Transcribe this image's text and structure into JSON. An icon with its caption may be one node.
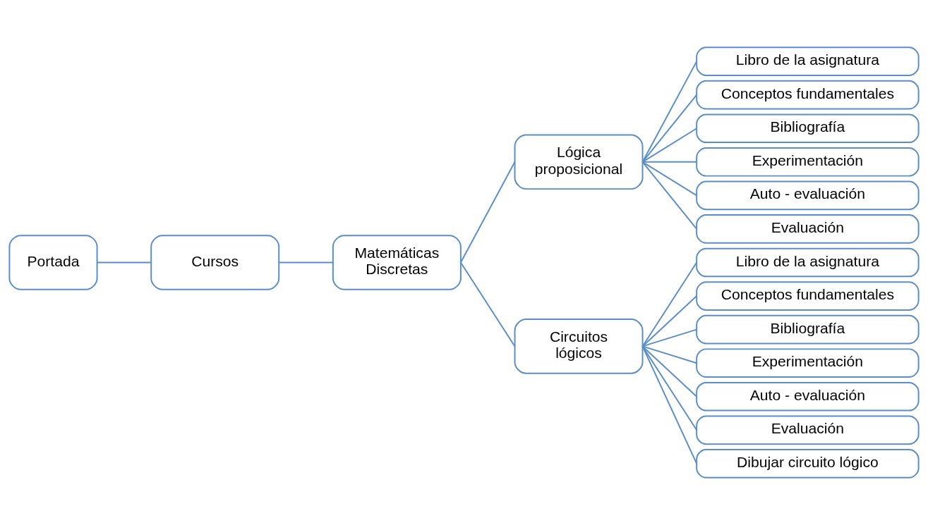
{
  "diagram": {
    "nodes": [
      {
        "text": [
          "Portada"
        ]
      },
      {
        "text": [
          "Cursos"
        ]
      },
      {
        "text": [
          "Matemáticas Discretas"
        ]
      },
      {
        "text": [
          "Lógica proposicional"
        ]
      },
      {
        "text": [
          "Libro de la asignatura"
        ]
      },
      {
        "text": [
          "Conceptos fundamentales"
        ]
      },
      {
        "text": [
          "Bibliografía"
        ]
      },
      {
        "text": [
          "Experimentación"
        ]
      },
      {
        "text": [
          "Auto - evaluación"
        ]
      },
      {
        "text": [
          "Evaluación"
        ]
      },
      {
        "text": [
          "Circuitos lógicos"
        ]
      },
      {
        "text": [
          "Libro de la asignatura"
        ]
      },
      {
        "text": [
          "Conceptos fundamentales"
        ]
      },
      {
        "text": [
          "Bibliografía"
        ]
      },
      {
        "text": [
          "Experimentación"
        ]
      },
      {
        "text": [
          "Auto - evaluación"
        ]
      },
      {
        "text": [
          "Evaluación"
        ]
      },
      {
        "text": [
          "Dibujar circuito lógico"
        ]
      }
    ],
    "edges": [
      {
        "from": 0,
        "to": 1,
        "arrow": "none"
      },
      {
        "from": 1,
        "to": 2,
        "arrow": "none"
      },
      {
        "from": 2,
        "to": 3,
        "arrow": "none"
      },
      {
        "from": 2,
        "to": 10,
        "arrow": "none"
      },
      {
        "from": 3,
        "to": 4,
        "arrow": "none"
      },
      {
        "from": 3,
        "to": 5,
        "arrow": "none"
      },
      {
        "from": 3,
        "to": 6,
        "arrow": "none"
      },
      {
        "from": 3,
        "to": 7,
        "arrow": "none"
      },
      {
        "from": 3,
        "to": 8,
        "arrow": "none"
      },
      {
        "from": 3,
        "to": 9,
        "arrow": "none"
      },
      {
        "from": 10,
        "to": 11,
        "arrow": "none"
      },
      {
        "from": 10,
        "to": 12,
        "arrow": "none"
      },
      {
        "from": 10,
        "to": 13,
        "arrow": "none"
      },
      {
        "from": 10,
        "to": 14,
        "arrow": "none"
      },
      {
        "from": 10,
        "to": 15,
        "arrow": "none"
      },
      {
        "from": 10,
        "to": 16,
        "arrow": "none"
      },
      {
        "from": 10,
        "to": 17,
        "arrow": "none"
      }
    ]
  }
}
